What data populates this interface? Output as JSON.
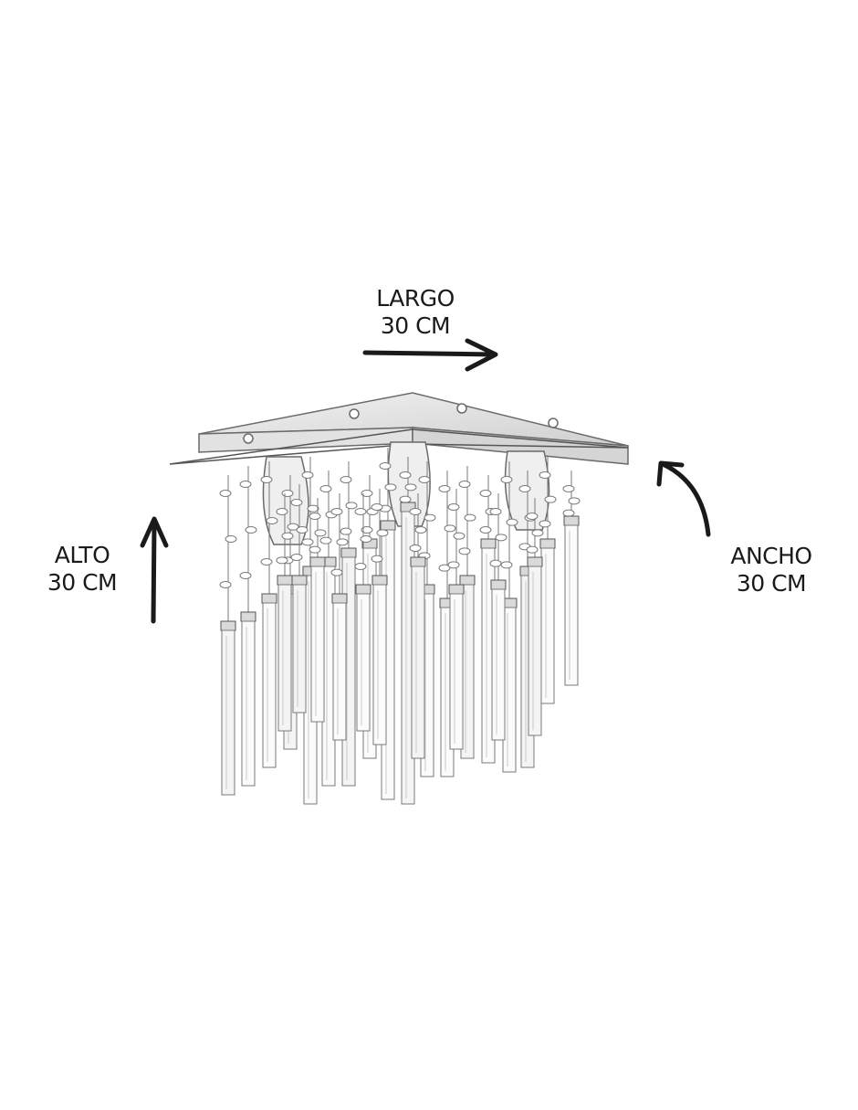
{
  "dimensions": {
    "largo": {
      "name": "LARGO",
      "value": "30 CM"
    },
    "alto": {
      "name": "ALTO",
      "value": "30 CM"
    },
    "ancho": {
      "name": "ANCHO",
      "value": "30 CM"
    }
  },
  "colors": {
    "ink": "#1a1a1a",
    "sketch": "#7a7a7a",
    "background": "#ffffff"
  },
  "illustration": {
    "icon": "crystal-chandelier-sketch"
  }
}
